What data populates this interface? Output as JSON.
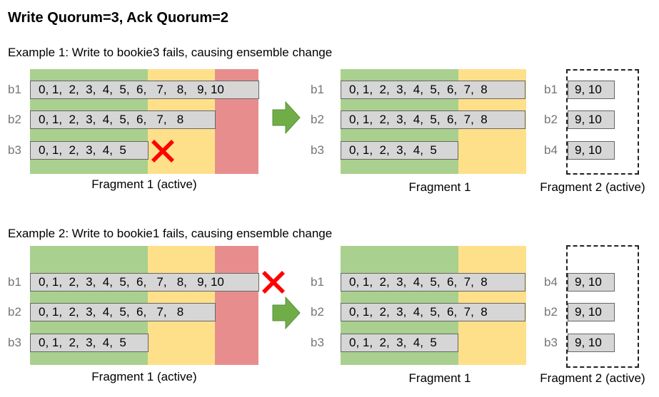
{
  "title": "Write Quorum=3, Ack Quorum=2",
  "example1": {
    "heading": "Example 1: Write to bookie3 fails, causing ensemble change",
    "before": {
      "rows": [
        {
          "label": "b1",
          "entries": "0, 1,  2,  3,  4,  5,  6,   7,   8,   9, 10"
        },
        {
          "label": "b2",
          "entries": "0, 1,  2,  3,  4,  5,  6,   7,   8"
        },
        {
          "label": "b3",
          "entries": "0, 1,  2,  3,  4,  5"
        }
      ],
      "caption": "Fragment 1 (active)"
    },
    "after": {
      "rows": [
        {
          "label": "b1",
          "entries": "0, 1,  2,  3,  4,  5,  6,  7,  8"
        },
        {
          "label": "b2",
          "entries": "0, 1,  2,  3,  4,  5,  6,  7,  8"
        },
        {
          "label": "b3",
          "entries": "0, 1,  2,  3,  4,  5"
        }
      ],
      "caption": "Fragment 1"
    },
    "fragment2": {
      "rows": [
        {
          "label": "b1",
          "entries": "9, 10"
        },
        {
          "label": "b2",
          "entries": "9, 10"
        },
        {
          "label": "b4",
          "entries": "9, 10"
        }
      ],
      "caption": "Fragment 2 (active)"
    }
  },
  "example2": {
    "heading": "Example 2: Write to bookie1 fails, causing ensemble change",
    "before": {
      "rows": [
        {
          "label": "b1",
          "entries": "0, 1,  2,  3,  4,  5,  6,   7,   8,   9, 10"
        },
        {
          "label": "b2",
          "entries": "0, 1,  2,  3,  4,  5,  6,   7,   8"
        },
        {
          "label": "b3",
          "entries": "0, 1,  2,  3,  4,  5"
        }
      ],
      "caption": "Fragment 1 (active)"
    },
    "after": {
      "rows": [
        {
          "label": "b1",
          "entries": "0, 1,  2,  3,  4,  5,  6,  7,  8"
        },
        {
          "label": "b2",
          "entries": "0, 1,  2,  3,  4,  5,  6,  7,  8"
        },
        {
          "label": "b3",
          "entries": "0, 1,  2,  3,  4,  5"
        }
      ],
      "caption": "Fragment 1"
    },
    "fragment2": {
      "rows": [
        {
          "label": "b4",
          "entries": "9, 10"
        },
        {
          "label": "b2",
          "entries": "9, 10"
        },
        {
          "label": "b3",
          "entries": "9, 10"
        }
      ],
      "caption": "Fragment 2 (active)"
    }
  },
  "colors": {
    "green_zone": "#a9d08e",
    "yellow_zone": "#ffe08a",
    "red_zone": "#e88d8d",
    "entry_box": "#d6d6d6",
    "failure_mark": "#ff0000",
    "arrow": "#70ad47"
  },
  "icons": [
    "failure-x-icon",
    "right-arrow-icon"
  ]
}
